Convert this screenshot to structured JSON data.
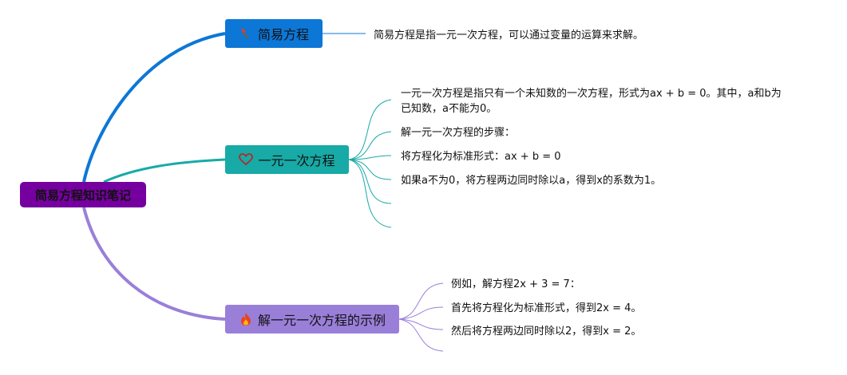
{
  "root": {
    "label": "简易方程知识笔记"
  },
  "branches": [
    {
      "label": "简易方程",
      "icon": "hammer-icon",
      "color": "#0c77d6",
      "items": [
        "简易方程是指一元一次方程，可以通过变量的运算来求解。"
      ]
    },
    {
      "label": "一元一次方程",
      "icon": "heart-icon",
      "color": "#17aaa6",
      "items": [
        "一元一次方程是指只有一个未知数的一次方程，形式为ax + b = 0。其中，a和b为",
        "已知数，a不能为0。",
        "解一元一次方程的步骤：",
        "将方程化为标准形式：ax + b = 0",
        "如果a不为0，将方程两边同时除以a，得到x的系数为1。"
      ]
    },
    {
      "label": "解一元一次方程的示例",
      "icon": "fire-icon",
      "color": "#9a7fd9",
      "items": [
        "例如，解方程2x + 3 = 7：",
        "首先将方程化为标准形式，得到2x = 4。",
        "然后将方程两边同时除以2，得到x = 2。"
      ]
    }
  ]
}
